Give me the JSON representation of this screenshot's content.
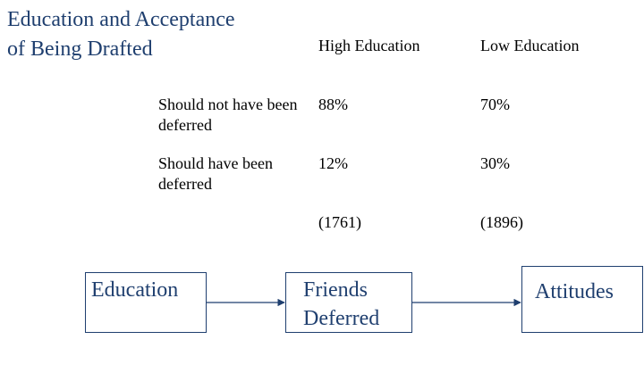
{
  "slide": {
    "title_line1": "Education and Acceptance",
    "title_line2": "of Being Drafted"
  },
  "table": {
    "columns": [
      "High Education",
      "Low Education"
    ],
    "rows": [
      {
        "label": "Should not have been deferred",
        "high": "88%",
        "low": "70%"
      },
      {
        "label": "Should have been deferred",
        "high": "12%",
        "low": "30%"
      },
      {
        "label": "",
        "high": "(1761)",
        "low": "(1896)"
      }
    ]
  },
  "diagram": {
    "box_education": "Education",
    "box_friends_line1": "Friends",
    "box_friends_line2": "Deferred",
    "box_attitudes": "Attitudes",
    "line_color": "#1f3f6f",
    "text_color": "#1f3f6f"
  }
}
